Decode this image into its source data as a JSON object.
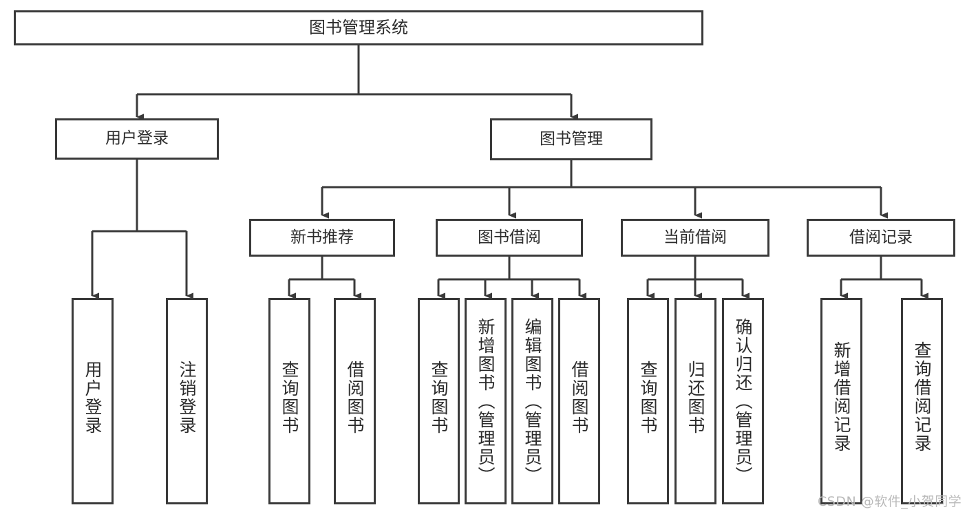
{
  "diagram": {
    "title": "图书管理系统",
    "type": "tree",
    "colors": {
      "line": "#3a3a3a",
      "box_border": "#3a3a3a",
      "box_fill": "#ffffff",
      "text": "#2b2b2b",
      "background": "#ffffff",
      "watermark": "#b9b9b9"
    },
    "root": {
      "label": "图书管理系统"
    },
    "level2": [
      {
        "label": "用户登录"
      },
      {
        "label": "图书管理"
      }
    ],
    "level3": [
      {
        "label": "新书推荐"
      },
      {
        "label": "图书借阅"
      },
      {
        "label": "当前借阅"
      },
      {
        "label": "借阅记录"
      }
    ],
    "leaves": {
      "user_login": [
        {
          "label": "用户登录"
        },
        {
          "label": "注销登录"
        }
      ],
      "new_book_recommend": [
        {
          "label": "查询图书"
        },
        {
          "label": "借阅图书"
        }
      ],
      "book_borrow": [
        {
          "label": "查询图书"
        },
        {
          "label": "新增图书（管理员）"
        },
        {
          "label": "编辑图书（管理员）"
        },
        {
          "label": "借阅图书"
        }
      ],
      "current_borrow": [
        {
          "label": "查询图书"
        },
        {
          "label": "归还图书"
        },
        {
          "label": "确认归还（管理员）"
        }
      ],
      "borrow_record": [
        {
          "label": "新增借阅记录"
        },
        {
          "label": "查询借阅记录"
        }
      ]
    },
    "watermark": "CSDN @软件_小贺同学"
  }
}
